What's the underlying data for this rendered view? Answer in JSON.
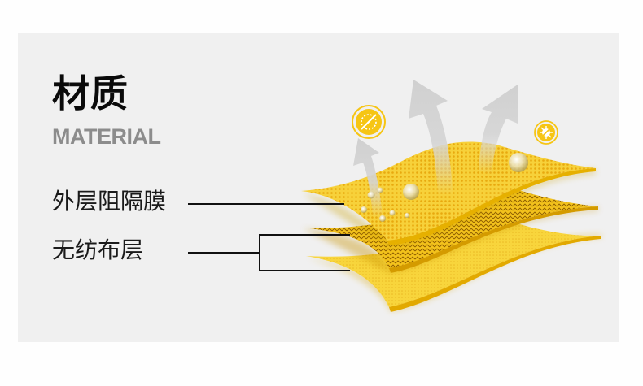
{
  "header": {
    "title": "材质",
    "subtitle": "MATERIAL"
  },
  "layers": [
    {
      "label": "外层阻隔膜"
    },
    {
      "label": "无纺布层"
    }
  ],
  "illustration": {
    "icons": [
      "bacteria-blocked-icon",
      "virus-blocked-icon",
      "breathable-arrow-icon",
      "water-droplet-icon"
    ],
    "colors": {
      "layer_yellow": "#f5c518",
      "layer_light": "#f9d94a",
      "layer_dark": "#b8860b",
      "arrow_gray": "#d2d2d2",
      "panel_bg": "#f0f0f0"
    }
  }
}
